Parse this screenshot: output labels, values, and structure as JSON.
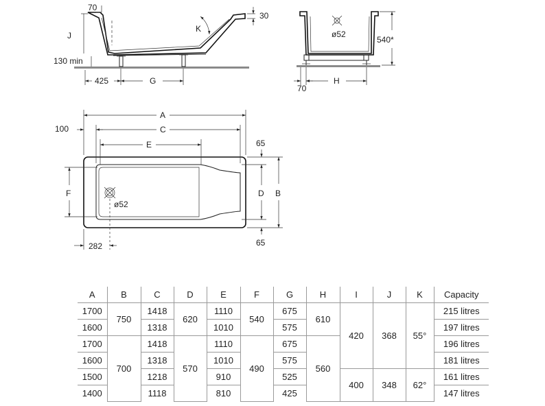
{
  "side_view": {
    "rim_offset": "70",
    "rim_height": "30",
    "depth_symbol": "J",
    "angle_symbol": "K",
    "feet_height": "130 min",
    "foot_offset": "425",
    "feet_spacing": "G"
  },
  "end_view": {
    "waste_diameter": "ø52",
    "overall_height": "540*",
    "foot_offset": "70",
    "feet_spacing": "H"
  },
  "plan_view": {
    "overall_length": "A",
    "inner_length": "C",
    "base_length": "E",
    "head_offset": "100",
    "overall_width": "B",
    "inner_width": "D",
    "base_width": "F",
    "rim_top": "65",
    "rim_bottom": "65",
    "waste_diameter": "ø52",
    "waste_offset": "282"
  },
  "table": {
    "headers": [
      "A",
      "B",
      "C",
      "D",
      "E",
      "F",
      "G",
      "H",
      "I",
      "J",
      "K",
      "Capacity"
    ],
    "col_a": [
      "1700",
      "1600",
      "1700",
      "1600",
      "1500",
      "1400"
    ],
    "col_b": [
      "750",
      "700"
    ],
    "col_c": [
      "1418",
      "1318",
      "1418",
      "1318",
      "1218",
      "1118"
    ],
    "col_d": [
      "620",
      "570"
    ],
    "col_e": [
      "1110",
      "1010",
      "1110",
      "1010",
      "910",
      "810"
    ],
    "col_f": [
      "540",
      "490"
    ],
    "col_g": [
      "675",
      "575",
      "675",
      "575",
      "525",
      "425"
    ],
    "col_h": [
      "610",
      "560"
    ],
    "col_i": [
      "420",
      "400"
    ],
    "col_j": [
      "368",
      "348"
    ],
    "col_k": [
      "55°",
      "62°"
    ],
    "capacity": [
      "215 litres",
      "197 litres",
      "196 litres",
      "181 litres",
      "161 litres",
      "147 litres"
    ]
  }
}
